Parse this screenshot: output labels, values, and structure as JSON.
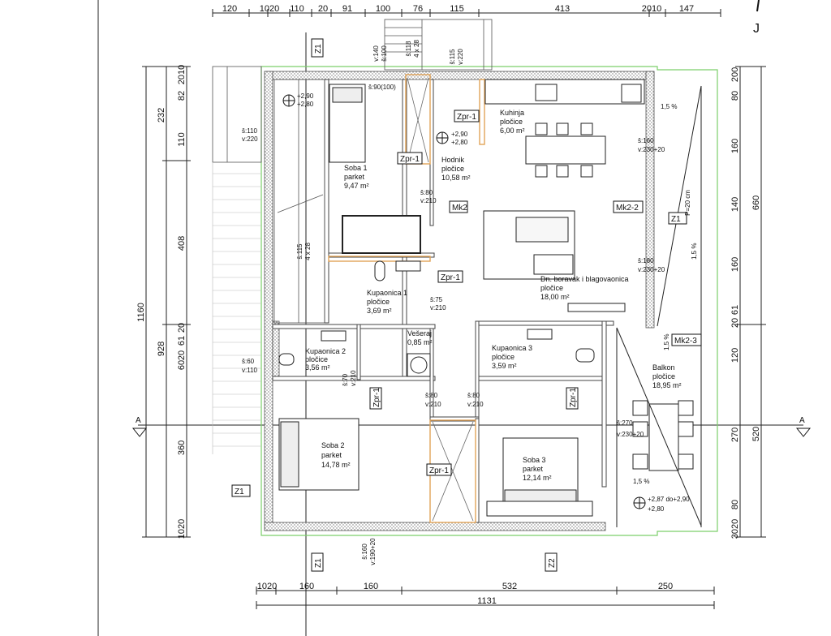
{
  "top_dims": [
    "120",
    "1020",
    "110",
    "20",
    "91",
    "100",
    "76",
    "115",
    "413",
    "2010",
    "147"
  ],
  "bottom_dims": [
    "1020",
    "160",
    "160",
    "532",
    "250"
  ],
  "bottom_total": "1131",
  "left_outer_total": "1160",
  "left_mid_dims": [
    "232",
    "408",
    "928",
    "360"
  ],
  "left_inner_dims": [
    "2010",
    "82",
    "110",
    "20",
    "61",
    "20",
    "60",
    "1020"
  ],
  "right_dims": [
    "200",
    "80",
    "160",
    "140",
    "160",
    "20",
    "61",
    "120",
    "270",
    "80",
    "3020"
  ],
  "right_total_dims": [
    "660",
    "520"
  ],
  "corner_mark": "J",
  "section_mark": "A",
  "rooms": [
    {
      "name": "Soba 1",
      "floor": "parket",
      "area": "9,47 m²"
    },
    {
      "name": "Hodnik",
      "floor": "pločice",
      "area": "10,58 m²"
    },
    {
      "name": "Kuhinja",
      "floor": "pločice",
      "area": "6,00 m²"
    },
    {
      "name": "Kupaonica 1",
      "floor": "pločice",
      "area": "3,69 m²"
    },
    {
      "name": "Dn. boravak i blagovaonica",
      "floor": "pločice",
      "area": "18,00 m²"
    },
    {
      "name": "Kupaonica 2",
      "floor": "pločice",
      "area": "3,56 m²"
    },
    {
      "name": "Vešeraj",
      "floor": "",
      "area": "0,85 m²"
    },
    {
      "name": "Kupaonica 3",
      "floor": "pločice",
      "area": "3,59 m²"
    },
    {
      "name": "Balkon",
      "floor": "pločice",
      "area": "18,95 m²"
    },
    {
      "name": "Soba 2",
      "floor": "parket",
      "area": "14,78 m²"
    },
    {
      "name": "Soba 3",
      "floor": "parket",
      "area": "12,14 m²"
    }
  ],
  "tags": {
    "zpr1": "Zpr-1",
    "mk2": "Mk2",
    "mk2_2": "Mk2-2",
    "mk2_3": "Mk2-3",
    "z1": "Z1",
    "z2": "Z2"
  },
  "levels": {
    "l1a": "+2,90",
    "l1b": "+2,80",
    "l2a": "+2,90",
    "l2b": "+2,80",
    "l3a": "+2,87 do+2,90",
    "l3b": "+2,80"
  },
  "openings": {
    "w110": "š:110",
    "h220": "v:220",
    "s80": "š:80",
    "v210": "v:210",
    "s75": "š:75",
    "v210b": "v:210",
    "s160": "š:160",
    "v230": "v:230+20",
    "s180": "š:180",
    "v230b": "v:230+20",
    "s60": "š:60",
    "v110": "v:110",
    "s70": "š:70",
    "v210c": "v:210",
    "s80b": "š:80",
    "v210d": "v:210",
    "s80c": "š:80",
    "v210e": "v:210",
    "s270": "š:270",
    "v230c": "v:230+20",
    "s90": "š:90(100)",
    "s160b": "š:160",
    "v190": "v:190+20",
    "s115": "š:115",
    "v220": "v:220",
    "s100": "š:100",
    "v140": "v:140"
  },
  "slopes": {
    "p1": "1,5 %",
    "p2": "1,5 %",
    "p3": "1,5 %",
    "p4": "1,5 %",
    "p5": "P=20 cm"
  },
  "stairs": {
    "s1": "š:118",
    "s2": "4 x 28",
    "s3": "š:115",
    "s4": "4 x 28"
  }
}
